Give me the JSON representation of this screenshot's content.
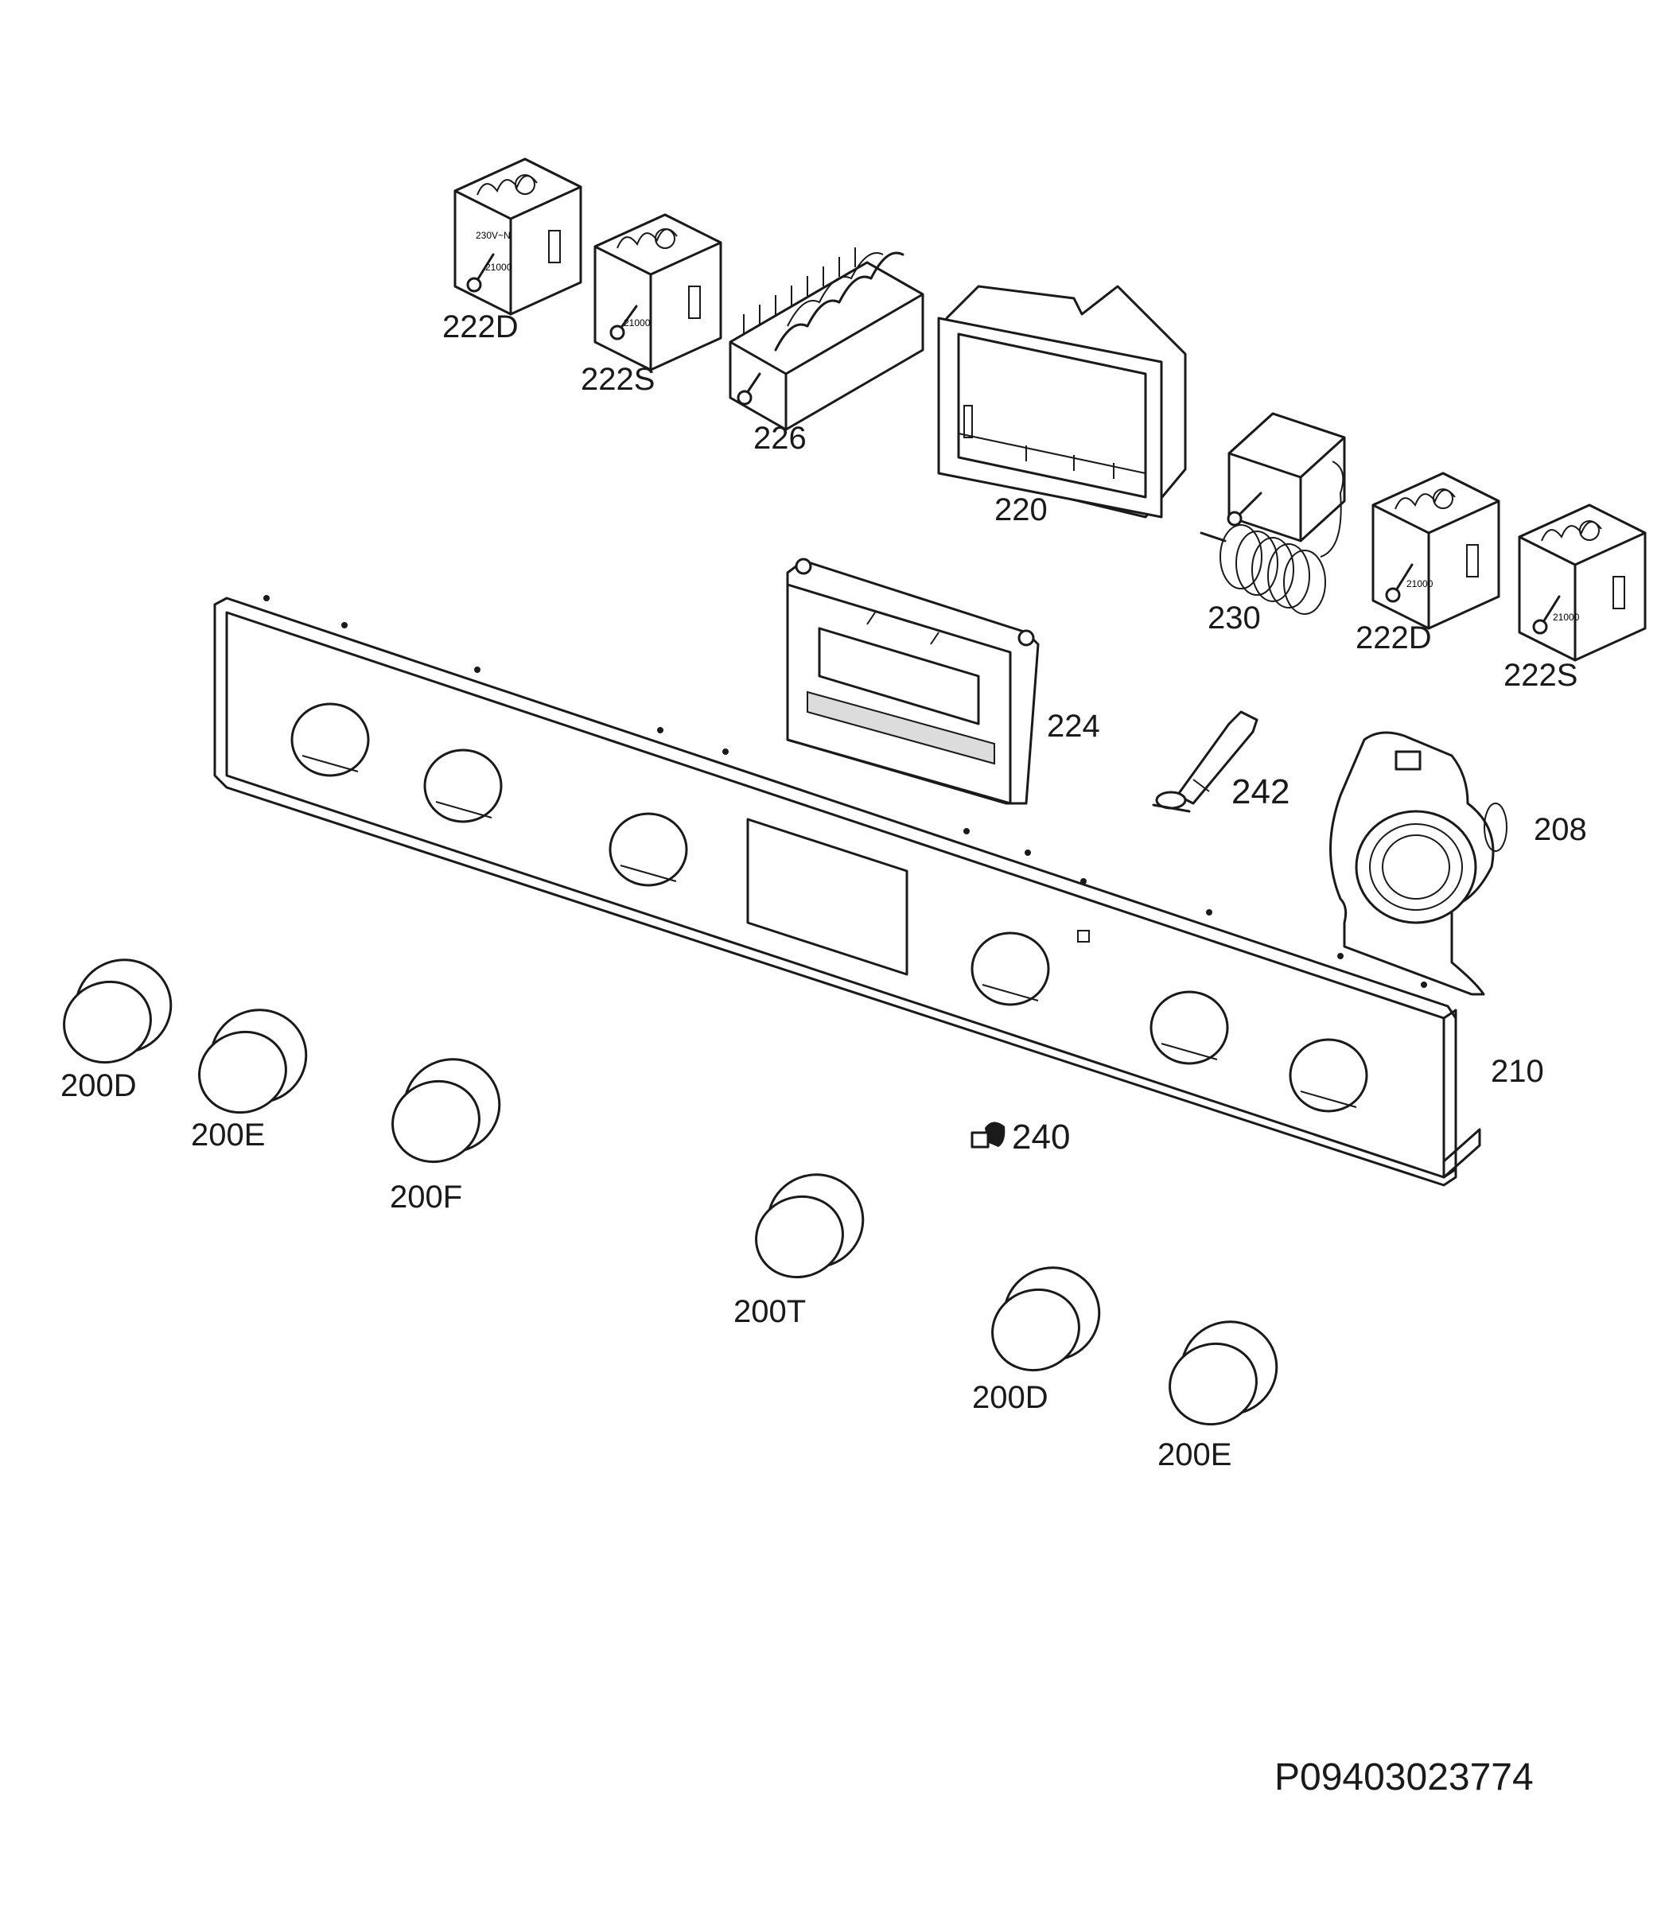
{
  "parts": {
    "knob_200D_a": "200D",
    "knob_200E_a": "200E",
    "knob_200F": "200F",
    "knob_200T": "200T",
    "knob_200D_b": "200D",
    "knob_200E_b": "200E",
    "panel_210": "210",
    "clip_240": "240",
    "housing_208": "208",
    "lamp_242": "242",
    "display_224": "224",
    "frame_220": "220",
    "thermostat_230": "230",
    "switch_226": "226",
    "regulator_222D_a": "222D",
    "regulator_222S_a": "222S",
    "regulator_222D_b": "222D",
    "regulator_222S_b": "222S"
  },
  "drawing_code": "P09403023774"
}
